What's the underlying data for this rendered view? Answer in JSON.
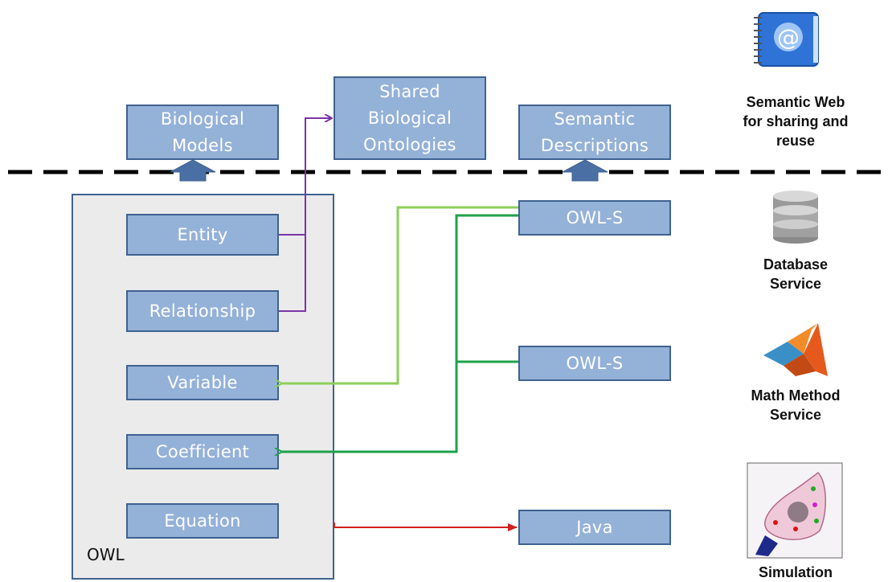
{
  "top_boxes": {
    "biological_models": "Biological\nModels",
    "shared_ontologies": "Shared\nBiological\nOntologies",
    "semantic_descriptions": "Semantic\nDescriptions"
  },
  "owl": {
    "label": "OWL",
    "items": [
      "Entity",
      "Relationship",
      "Variable",
      "Coefficient",
      "Equation"
    ]
  },
  "services": {
    "owl_s_1": "OWL-S",
    "owl_s_2": "OWL-S",
    "java": "Java"
  },
  "side_labels": {
    "semantic_web": "Semantic Web\nfor sharing and\nreuse",
    "database": "Database\nService",
    "math": "Math Method\nService",
    "simulation": "Simulation"
  },
  "colors": {
    "box_fill": "#94b1d8",
    "box_border": "#3f6290",
    "purple_connector": "#7a35a8",
    "light_green_connector": "#8ccf5a",
    "green_connector": "#1fa24a",
    "red_connector": "#d41f1f"
  },
  "icons": [
    "address-book-icon",
    "database-icon",
    "matlab-icon",
    "neuron-simulation-icon"
  ]
}
